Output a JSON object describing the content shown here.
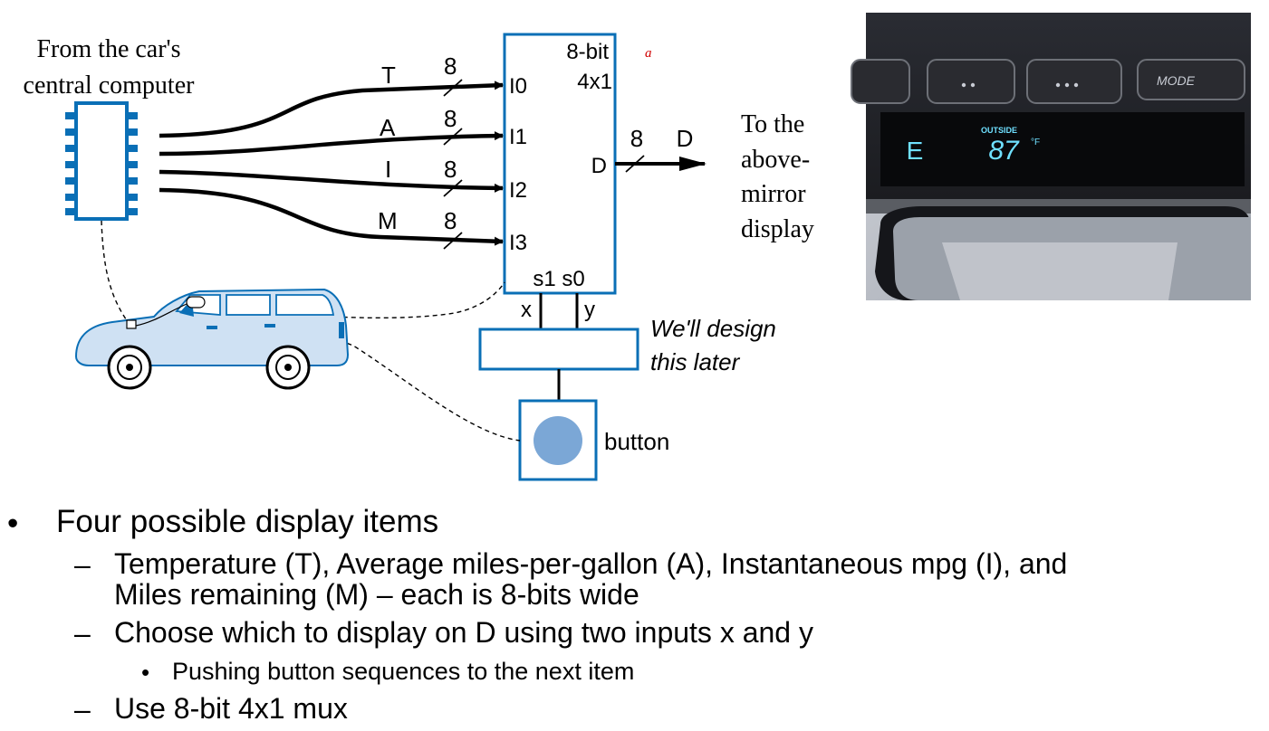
{
  "diagram": {
    "source_label": [
      "From the car's",
      "central computer"
    ],
    "dest_label": [
      "To the",
      "above-",
      "mirror",
      "display"
    ],
    "mux_title": [
      "8-bit",
      "4x1"
    ],
    "mux_inputs": [
      "I0",
      "I1",
      "I2",
      "I3"
    ],
    "input_signals": [
      "T",
      "A",
      "I",
      "M"
    ],
    "bus_width": "8",
    "mux_output": "D",
    "output_signal": "D",
    "select_pins": "s1 s0",
    "select_x": "x",
    "select_y": "y",
    "controller_note": [
      "We'll design",
      "this later"
    ],
    "button_label": "button",
    "corner_mark": "a",
    "photo": {
      "mode_label": "MODE",
      "outside_label": "OUTSIDE",
      "compass": "E",
      "temperature": "87",
      "unit": "°F"
    }
  },
  "bullets": {
    "main": "Four possible display items",
    "sub1_line1": "Temperature (T), Average miles-per-gallon (A), Instantaneous mpg (I), and",
    "sub1_line2": "Miles remaining (M) – each is 8-bits wide",
    "sub2": "Choose which to display on D using two inputs x and y",
    "sub2_detail": "Pushing button sequences to the next item",
    "sub3": "Use 8-bit 4x1 mux"
  },
  "colors": {
    "blue": "#0a6fb6",
    "car_body": "#cfe1f3",
    "button_fill": "#7ba7d6",
    "display_teal": "#6fe0ff"
  }
}
